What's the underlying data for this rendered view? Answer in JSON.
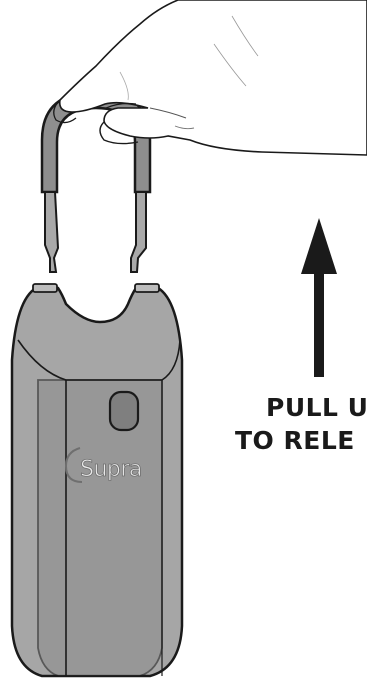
{
  "illustration": {
    "brand_logo_text": "Supra",
    "instruction": {
      "line1": "PULL U",
      "line2": "TO RELE"
    },
    "colors": {
      "lockbox_body": "#a6a6a6",
      "lockbox_front": "#8c8c8c",
      "shackle": "#8e8e8e",
      "outline": "#1a1a1a",
      "hand_fill": "#ffffff",
      "arrow": "#1a1a1a"
    }
  }
}
